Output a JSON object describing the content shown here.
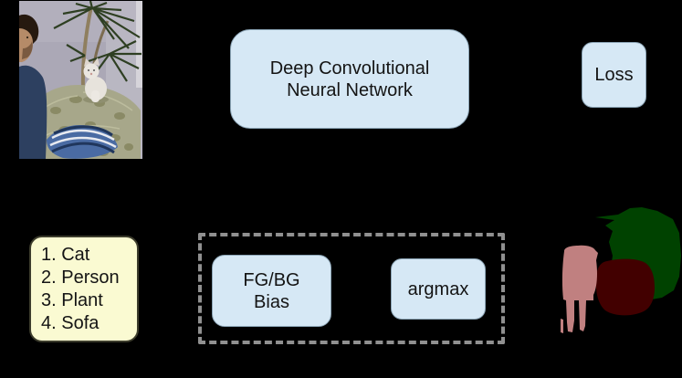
{
  "scene": {
    "background": "#000000",
    "accent_blue": "#d6e8f5",
    "accent_yellow": "#fafad2",
    "dashed_border_color": "#909090"
  },
  "boxes": {
    "dcnn": {
      "lines": [
        "Deep Convolutional",
        "Neural Network"
      ],
      "fill": "#d6e8f5"
    },
    "loss": {
      "label": "Loss",
      "fill": "#d6e8f5"
    },
    "fgbg_bias": {
      "lines": [
        "FG/BG",
        "Bias"
      ],
      "fill": "#d6e8f5"
    },
    "argmax": {
      "label": "argmax",
      "fill": "#d6e8f5"
    }
  },
  "class_list": {
    "items": [
      "1. Cat",
      "2. Person",
      "3. Plant",
      "4. Sofa"
    ],
    "fill": "#fafad2"
  },
  "segmentation": {
    "person_color": "#c08080",
    "cat_color": "#420000",
    "plant_color": "#004200",
    "background_color": "#000000"
  }
}
